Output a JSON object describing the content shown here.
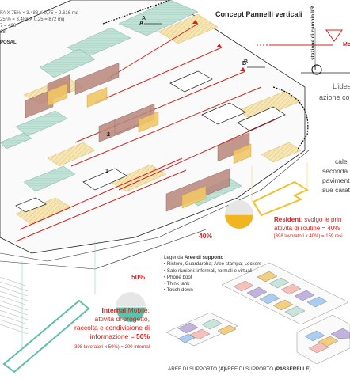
{
  "title": "Concept Pannelli verticali",
  "calc": {
    "lines": [
      "FA X 75% × 3.488 X 0,75 = 2.616 mq",
      "25 % = 3.488 X 0,25 = 872 mq",
      "7 = 498",
      "98",
      "POSAL"
    ]
  },
  "markers": {
    "a": "A",
    "b": "B"
  },
  "transit": {
    "station_label": "stazione di cambio I/R",
    "right_label": "Mo",
    "node_number": "1"
  },
  "right_text": {
    "idea": "L'idea",
    "azione": "azione co",
    "lines": [
      "cale",
      "seconda",
      "paviment",
      "sue caratt"
    ]
  },
  "resident": {
    "title": "Resident",
    "line1": ": svolgo le prin",
    "line2": "attività di routine = 40%",
    "formula": "[398 lavoratori x 40%) = 159 resi",
    "percent": "40%"
  },
  "internal_mobile": {
    "percent": "50%",
    "title": "Internal",
    "title2": " Mobile:",
    "lines": [
      "attività di progetto,",
      "raccolta e condivisione di",
      "informazione = "
    ],
    "value": "50%",
    "formula": "[398 lavoratori x 50%) = 200 internal"
  },
  "legend": {
    "title": "Legenda ",
    "title_bold": "Aree di supporto",
    "items": [
      "• Ristoro, Guardaroba; Aree stampa; Lockers",
      "• Sale riunioni: informali, formali e virtuali",
      "• Phone boot",
      "• Think tank",
      "• Touch down",
      "",
      ""
    ]
  },
  "support_areas": {
    "a_text": "AREE DI SUPPORTO ",
    "a_tag": "(A)",
    "p_text": "AREE DI SUPPORTO ",
    "p_tag": "(PASSERELLE)"
  },
  "colors": {
    "accent_red": "#d4201c",
    "resident_yellow": "#f2b51f",
    "internal_green": "#5bc4ac",
    "desk_brown": "#b9867c"
  }
}
